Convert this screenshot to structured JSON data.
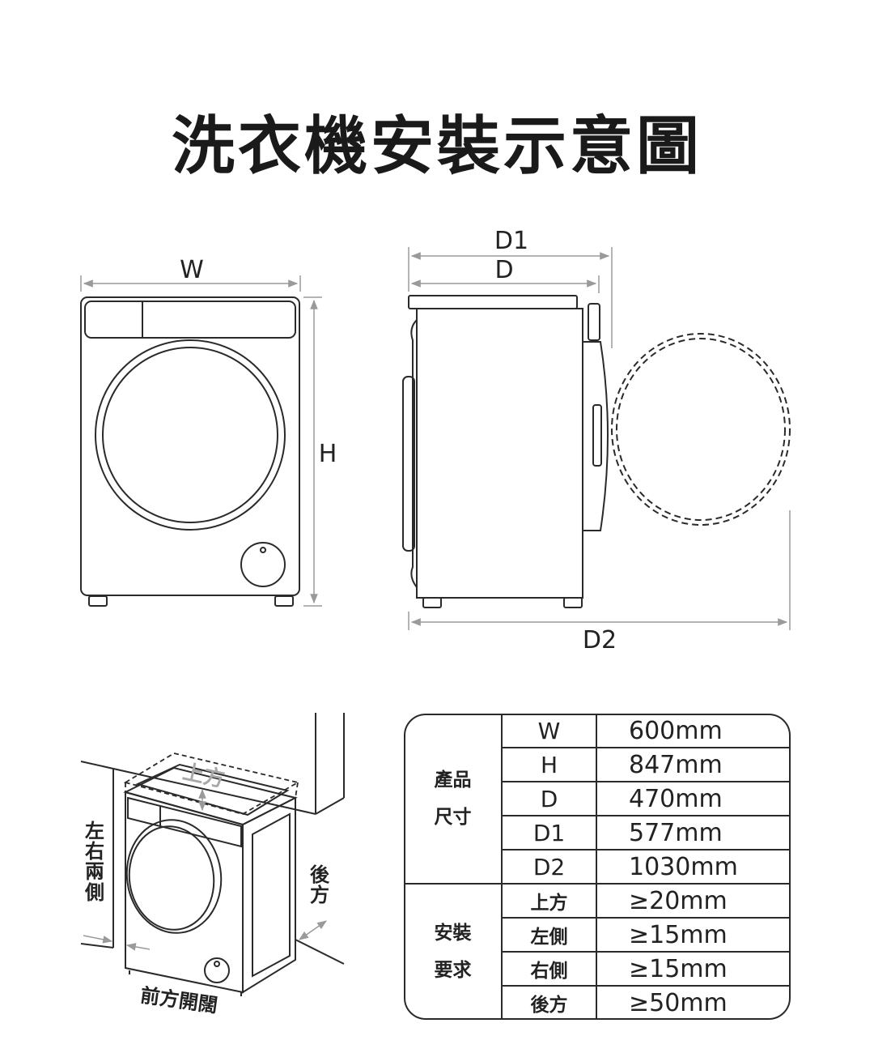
{
  "title": "洗衣機安裝示意圖",
  "front_view": {
    "width_label": "W",
    "height_label": "H"
  },
  "side_view": {
    "d1_label": "D1",
    "d_label": "D",
    "d2_label": "D2"
  },
  "clearance_view": {
    "top_label": "上方",
    "sides_label": "左右兩側",
    "back_label": "後方",
    "front_label": "前方開闊"
  },
  "spec_table": {
    "product_size_label": [
      "產品",
      "尺寸"
    ],
    "install_req_label": [
      "安裝",
      "要求"
    ],
    "dimensions": [
      {
        "key": "W",
        "value": "600mm"
      },
      {
        "key": "H",
        "value": "847mm"
      },
      {
        "key": "D",
        "value": "470mm"
      },
      {
        "key": "D1",
        "value": "577mm"
      },
      {
        "key": "D2",
        "value": "1030mm"
      }
    ],
    "requirements": [
      {
        "key": "上方",
        "value": "≥20mm"
      },
      {
        "key": "左側",
        "value": "≥15mm"
      },
      {
        "key": "右側",
        "value": "≥15mm"
      },
      {
        "key": "後方",
        "value": "≥50mm"
      }
    ]
  },
  "colors": {
    "line": "#2a2a2a",
    "dim_line": "#9a9a9a",
    "text": "#1a1a1a"
  }
}
